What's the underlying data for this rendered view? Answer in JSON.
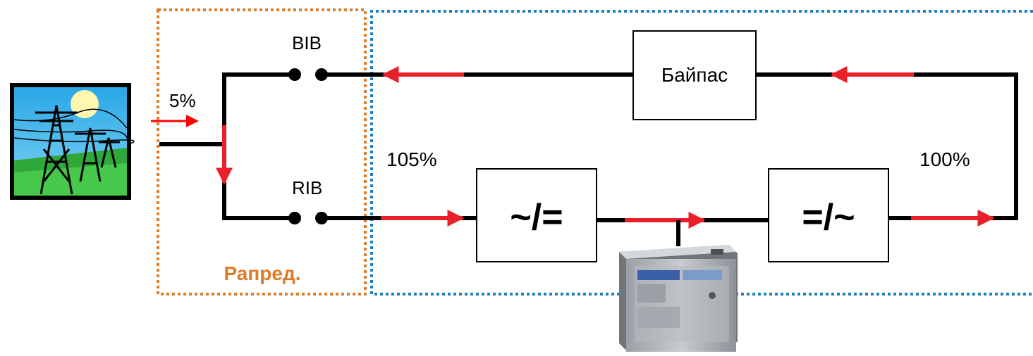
{
  "labels": {
    "bib": "BIB",
    "rib": "RIB",
    "input_percent": "5%",
    "rectifier_input_percent": "105%",
    "output_percent": "100%",
    "bypass": "Байпас",
    "rectifier": "~/=",
    "inverter": "=/~",
    "distribution": "Рапред."
  },
  "icons": {
    "power_source": "power-transmission-towers-icon",
    "battery": "battery-icon"
  },
  "colors": {
    "line": "#000000",
    "flow_arrow": "#e8202a",
    "input_arrow": "#ff0000",
    "distribution_border": "#e07b28",
    "distribution_text": "#e07b28",
    "ups_border": "#1b7fc4"
  }
}
